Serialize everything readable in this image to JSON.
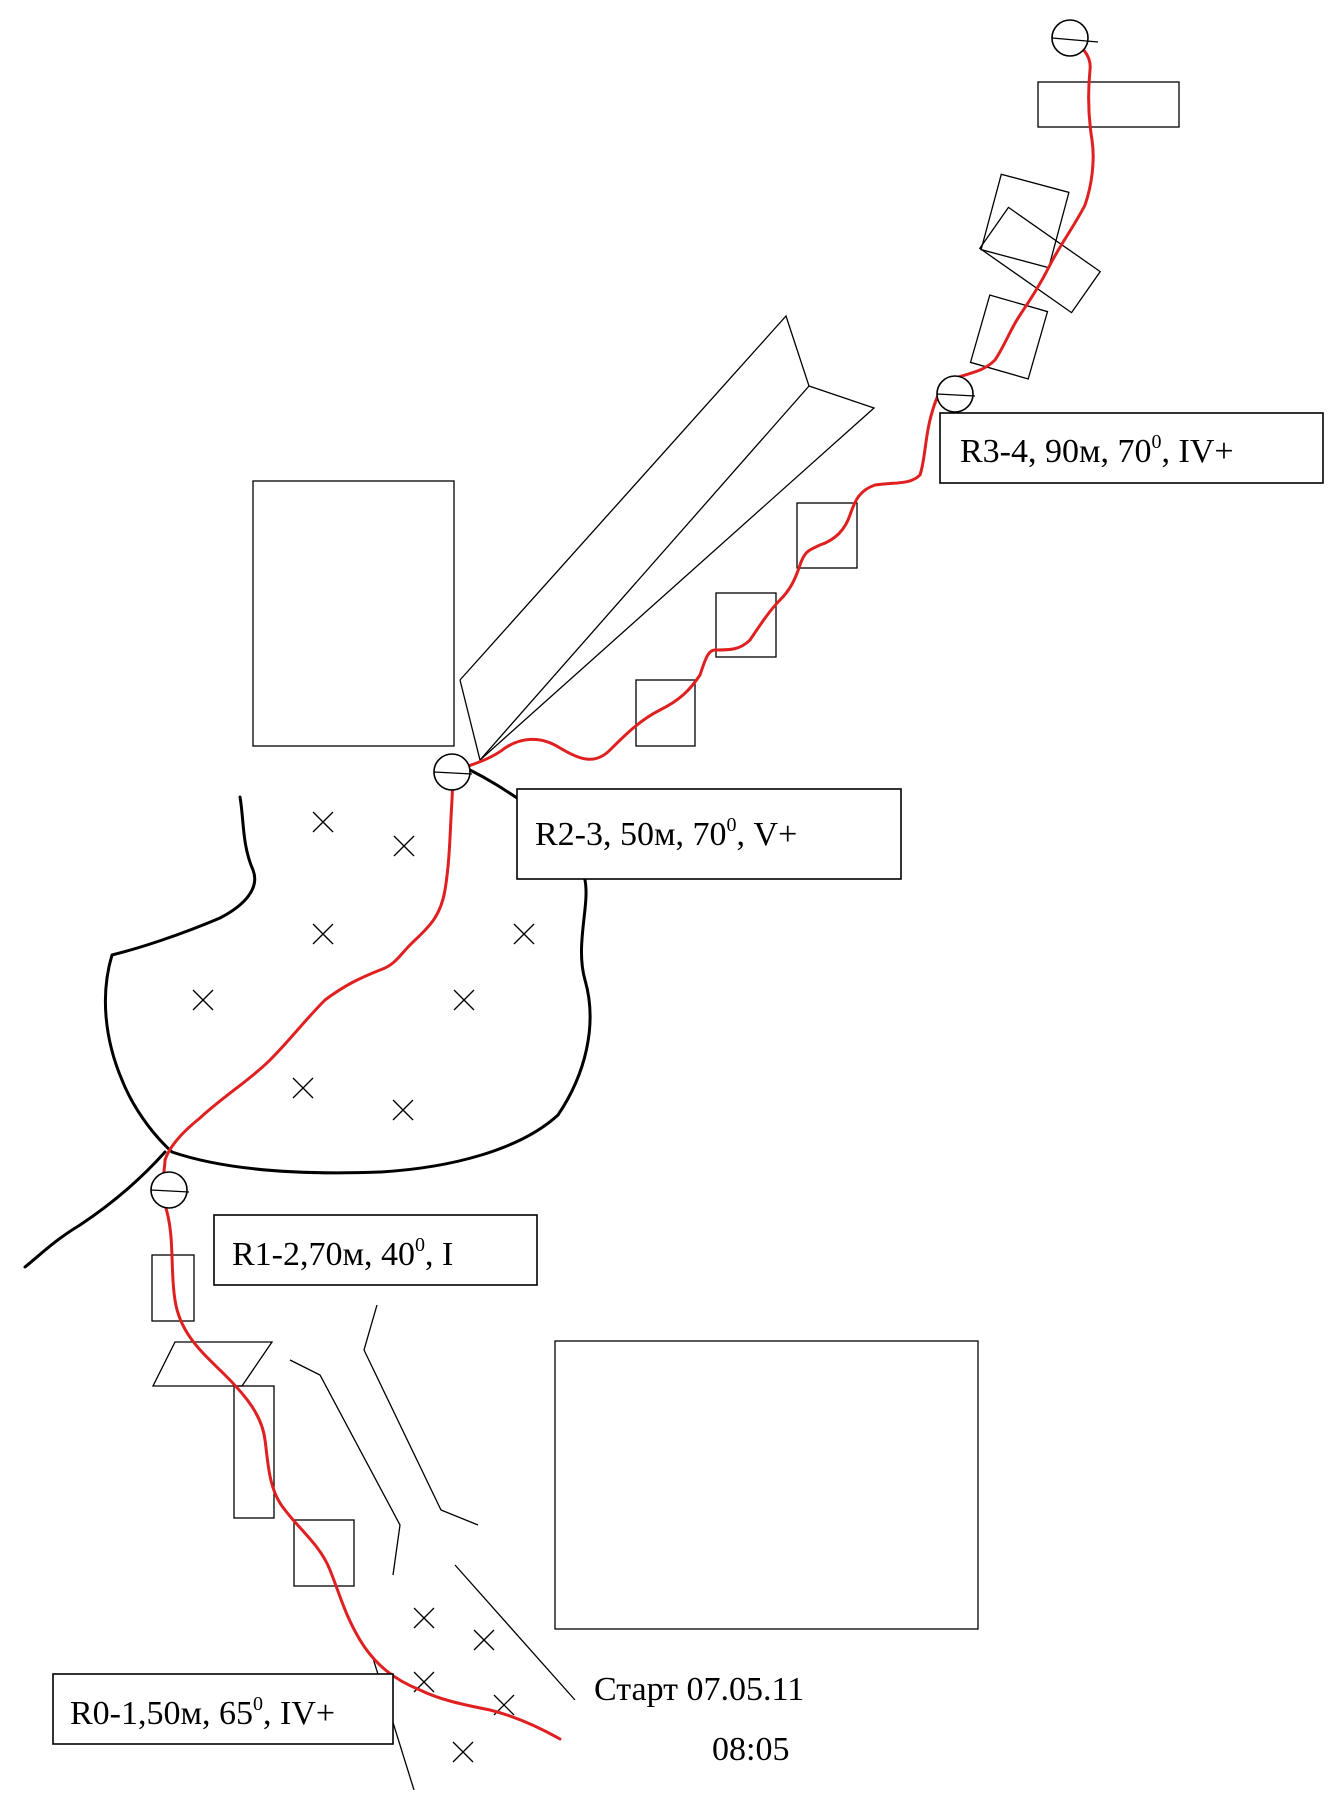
{
  "colors": {
    "route": "#e02020",
    "lines": "#000000",
    "background": "#ffffff"
  },
  "labels": {
    "r01": {
      "main": "R0-1,50м, 65",
      "sup": "0",
      "tail": ", IV+"
    },
    "r12": {
      "main": "R1-2,70м, 40",
      "sup": "0",
      "tail": ", I"
    },
    "r23": {
      "main": "R2-3, 50м, 70",
      "sup": "0",
      "tail": ", V+"
    },
    "r34": {
      "main": "R3-4, 90м, 70",
      "sup": "0",
      "tail": ", IV+"
    }
  },
  "start": {
    "line1": "Старт 07.05.11",
    "line2": "08:05"
  },
  "icons": {
    "station": "belay-station-icon",
    "scree": "x-mark-icon"
  }
}
